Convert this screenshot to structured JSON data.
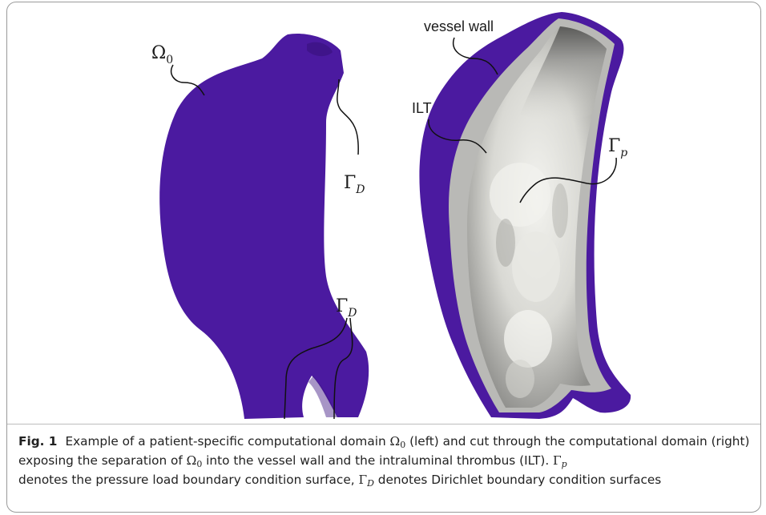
{
  "figure": {
    "labels": {
      "omega": "Ω",
      "omega_sub": "0",
      "gamma": "Γ",
      "gamma_d_sub": "D",
      "gamma_p_sub": "p",
      "vessel_wall": "vessel wall",
      "ilt": "ILT"
    },
    "colors": {
      "vessel_wall": "#4b1aa0",
      "vessel_wall_dark": "#3b1380",
      "ilt": "#b9b9b6",
      "lumen_light": "#eeeeea",
      "lumen_dark": "#6a6a68"
    }
  },
  "caption": {
    "label": "Fig. 1",
    "t1": "Example of a patient-specific computational domain ",
    "omega": "Ω",
    "omega_sub": "0",
    "t2": " (left) and cut through the computational domain (right) exposing the separation of ",
    "t3": " into the vessel wall and the intraluminal thrombus (ILT). ",
    "gamma": "Γ",
    "gamma_p_sub": "p",
    "t4": " denotes the pressure load boundary condition surface, ",
    "gamma_d_sub": "D",
    "t5": " denotes Dirichlet boundary condition surfaces"
  }
}
